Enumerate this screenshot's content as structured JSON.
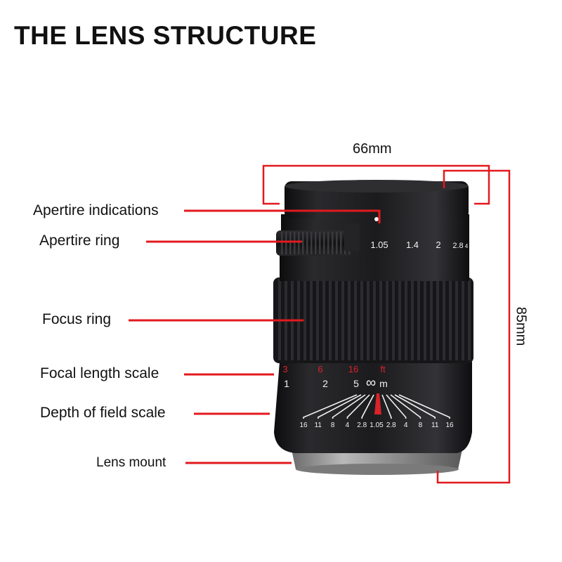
{
  "title": "THE LENS STRUCTURE",
  "dimensions": {
    "width": "66mm",
    "height": "85mm"
  },
  "callouts": [
    "Apertire indications",
    "Apertire ring",
    "Focus ring",
    "Focal length scale",
    "Depth of field scale",
    "Lens mount"
  ],
  "aperture_scale": [
    "1.05",
    "1.4",
    "2",
    "2.8",
    "4"
  ],
  "distance_scale": {
    "feet": [
      "3",
      "6",
      "16",
      "ft"
    ],
    "meters": [
      "1",
      "2",
      "5",
      "∞",
      "m"
    ]
  },
  "dof_scale": [
    "16",
    "11",
    "8",
    "4",
    "2.8",
    "1.05",
    "2.8",
    "4",
    "8",
    "11",
    "16"
  ],
  "colors": {
    "callout_line": "#e2191e",
    "lens_body": "#1c1c1e",
    "scale_red": "#d8232a",
    "scale_white": "#f2f2f2"
  }
}
